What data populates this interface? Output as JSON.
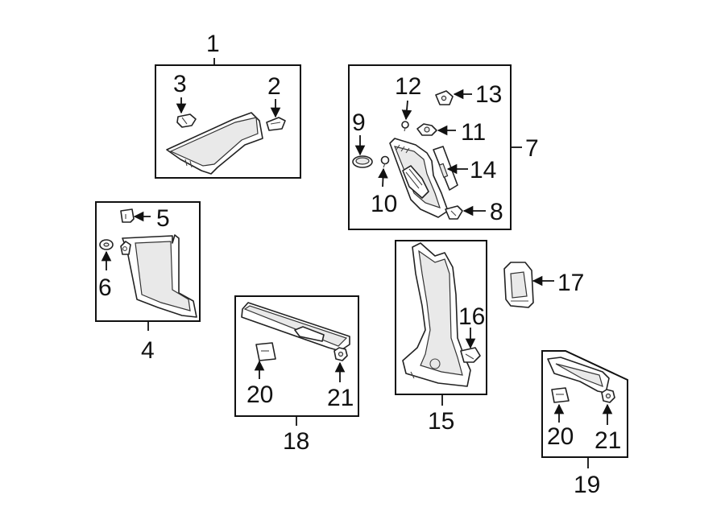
{
  "diagram": {
    "callouts": {
      "c1": "1",
      "c2": "2",
      "c3": "3",
      "c4": "4",
      "c5": "5",
      "c6": "6",
      "c7": "7",
      "c8": "8",
      "c9": "9",
      "c10": "10",
      "c11": "11",
      "c12": "12",
      "c13": "13",
      "c14": "14",
      "c15": "15",
      "c16": "16",
      "c17": "17",
      "c18": "18",
      "c19": "19",
      "c20a": "20",
      "c20b": "20",
      "c21a": "21",
      "c21b": "21"
    }
  }
}
